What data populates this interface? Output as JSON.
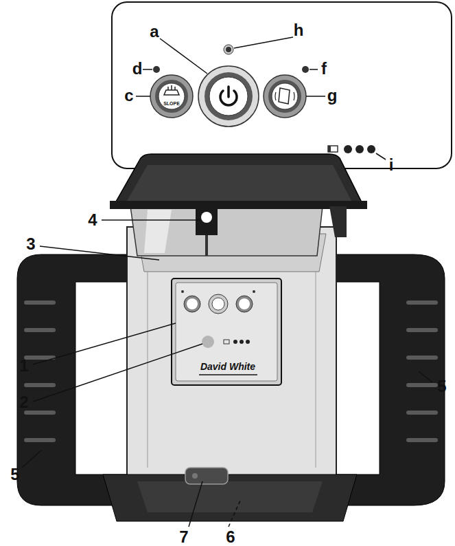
{
  "diagram": {
    "labels": [
      "a",
      "h",
      "d",
      "c",
      "f",
      "g",
      "i",
      "SLOPE",
      "4",
      "3",
      "1",
      "2",
      "5",
      "5",
      "David White",
      "7",
      "6"
    ]
  }
}
